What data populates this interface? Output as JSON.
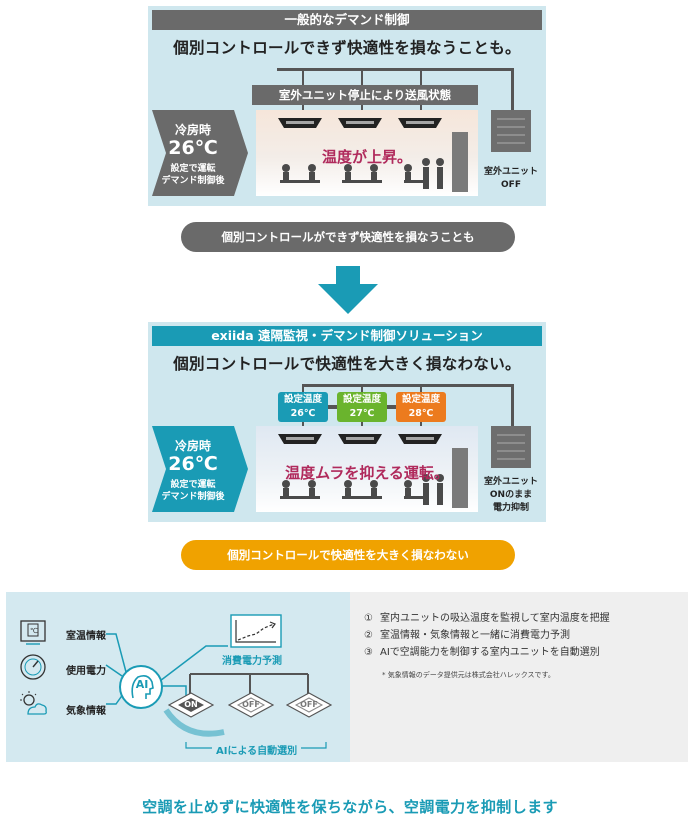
{
  "panel_before": {
    "header": "一般的なデマンド制御",
    "subtitle": "個別コントロールできず快適性を損なうことも。",
    "stop_label": "室外ユニット停止により送風状態",
    "cooling": {
      "line1": "冷房時",
      "temp": "26℃",
      "line3": "設定で運転",
      "line4": "デマンド制御後"
    },
    "room_message": "温度が上昇。",
    "outdoor_label": [
      "室外ユニット",
      "OFF"
    ]
  },
  "pill_before": "個別コントロールができず快適性を損なうことも",
  "panel_after": {
    "header": "exiida 遠隔監視・デマンド制御ソリューション",
    "subtitle": "個別コントロールで快適性を大きく損なわない。",
    "setpoints": [
      {
        "label": "設定温度",
        "temp": "26℃",
        "color": "#1a9bb5"
      },
      {
        "label": "設定温度",
        "temp": "27℃",
        "color": "#6ab42d"
      },
      {
        "label": "設定温度",
        "temp": "28℃",
        "color": "#ec7b1e"
      }
    ],
    "cooling": {
      "line1": "冷房時",
      "temp": "26℃",
      "line3": "設定で運転",
      "line4": "デマンド制御後"
    },
    "room_message": "温度ムラを抑える運転。",
    "outdoor_label": [
      "室外ユニット",
      "ONのまま",
      "電力抑制"
    ]
  },
  "pill_after": "個別コントロールで快適性を大きく損なわない",
  "ai_diagram": {
    "inputs": [
      {
        "label": "室温情報",
        "icon": "thermometer-icon"
      },
      {
        "label": "使用電力",
        "icon": "gauge-icon"
      },
      {
        "label": "気象情報",
        "icon": "weather-icon"
      }
    ],
    "ai_label": "AI",
    "forecast_label": "消費電力予測",
    "units": [
      "ON",
      "OFF",
      "OFF"
    ],
    "auto_select_label": "AIによる自動選別"
  },
  "steps": [
    {
      "num": "①",
      "text": "室内ユニットの吸込温度を監視して室内温度を把握"
    },
    {
      "num": "②",
      "text": "室温情報・気象情報と一緒に消費電力予測"
    },
    {
      "num": "③",
      "text": "AIで空調能力を制御する室内ユニットを自動選別"
    }
  ],
  "note": "* 気象情報のデータ提供元は株式会社ハレックスです。",
  "footer": "空調を止めずに快適性を保ちながら、空調電力を抑制します",
  "colors": {
    "teal": "#1a9bb5",
    "gray": "#6a6a6a",
    "yellow": "#f0a200",
    "magenta": "#b02a5c"
  }
}
